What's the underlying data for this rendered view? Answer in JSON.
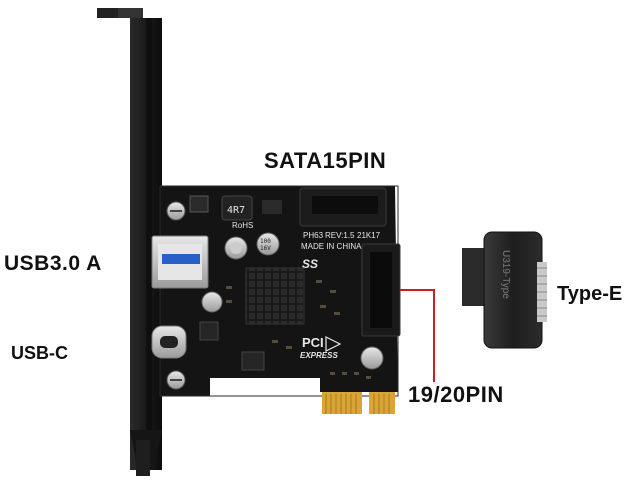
{
  "labels": {
    "sata": "SATA15PIN",
    "usb3": "USB3.0 A",
    "usbc": "USB-C",
    "type_e": "Type-E",
    "pin": "19/20PIN"
  },
  "board_text": {
    "model": "PH63",
    "rev": "REV:1.5",
    "date": "21K17",
    "made_in": "MADE IN CHINA",
    "ss_logo": "SS",
    "pci_top": "PCI",
    "pci_bottom": "EXPRESS",
    "resistor": "4R7",
    "rohs": "RoHS",
    "cap_value": "100",
    "cap_voltage": "16V",
    "adapter_text": "U319-Type"
  },
  "colors": {
    "pcb": "#141414",
    "bracket": "#1b1b1b",
    "gold": "#d8a536",
    "leader_line": "#cc1e1e",
    "text": "#111111"
  }
}
